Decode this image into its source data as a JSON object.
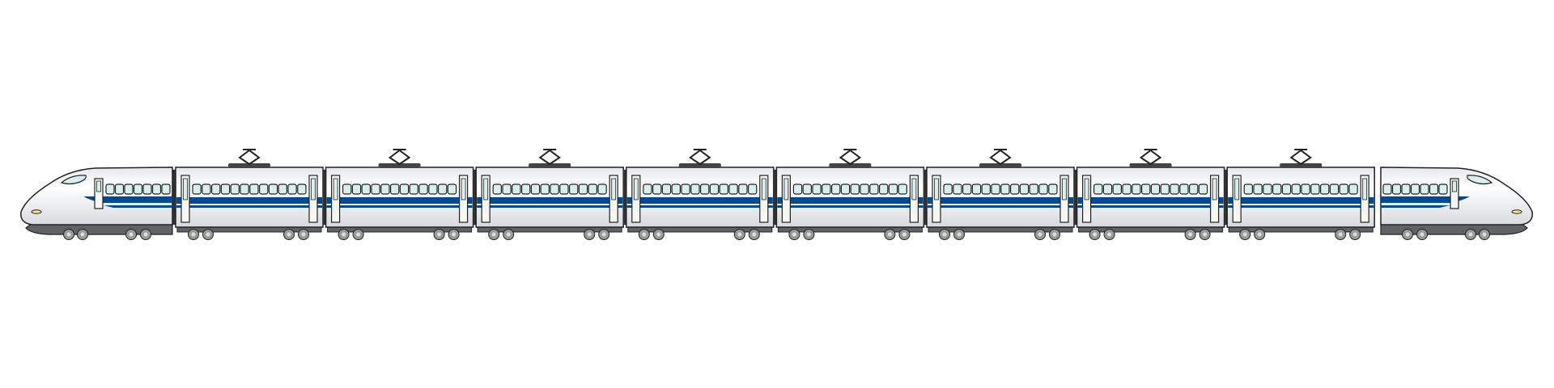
{
  "train": {
    "middle_cars": 8,
    "windows_per_middle_car": 12,
    "windows_per_end_car": 7,
    "colors": {
      "body": "#f4f5f7",
      "body_shade": "#dfe1e6",
      "stripe": "#004b96",
      "outline": "#222222",
      "skirt": "#5f6366",
      "window": "#d9eeee",
      "wheel": "#9a9a9a",
      "pantograph": "#444444",
      "gap": "#333333"
    }
  }
}
